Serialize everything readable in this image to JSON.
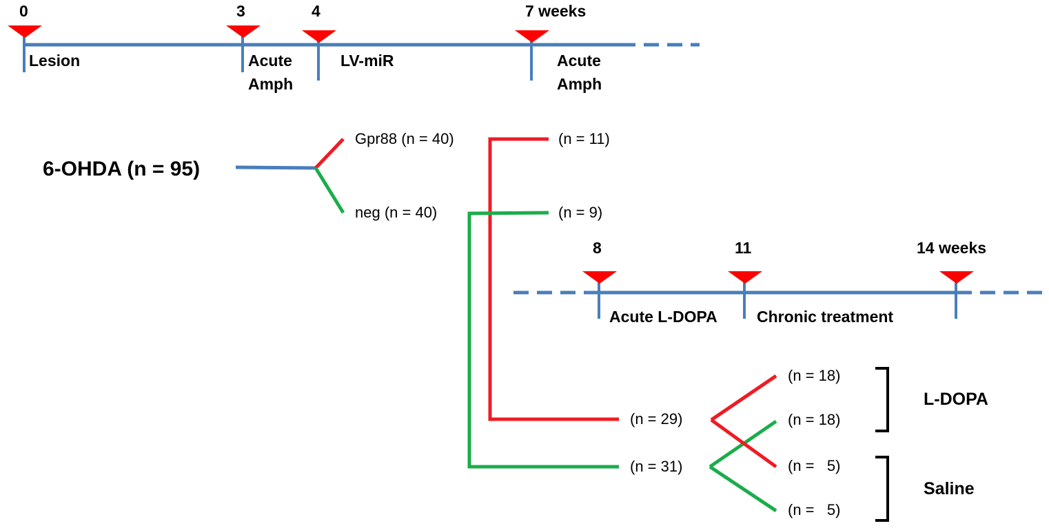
{
  "colors": {
    "timeline": "#4a7ebb",
    "marker": "#ff0000",
    "gpr88": "#ee1c24",
    "neg": "#1aad4b",
    "bracket": "#000000"
  },
  "timeline1": {
    "ticks": [
      "0",
      "3",
      "4",
      "7 weeks"
    ],
    "events": [
      "Lesion",
      "Acute",
      "Amph",
      "LV-miR",
      "Acute",
      "Amph"
    ]
  },
  "timeline2": {
    "ticks": [
      "8",
      "11",
      "14 weeks"
    ],
    "events": [
      "Acute L-DOPA",
      "Chronic treatment"
    ]
  },
  "cohort": {
    "label": "6-OHDA (n = 95)",
    "gpr88": "Gpr88 (n = 40)",
    "neg": "neg (n = 40)",
    "gpr88_excluded": "(n = 11)",
    "neg_excluded": "(n = 9)",
    "gpr88_included": "(n = 29)",
    "neg_included": "(n = 31)"
  },
  "groups": {
    "ldopa_gpr88": "(n = 18)",
    "ldopa_neg": "(n = 18)",
    "saline_gpr88": "(n =   5)",
    "saline_neg": "(n =   5)",
    "ldopa_label": "L-DOPA",
    "saline_label": "Saline"
  }
}
